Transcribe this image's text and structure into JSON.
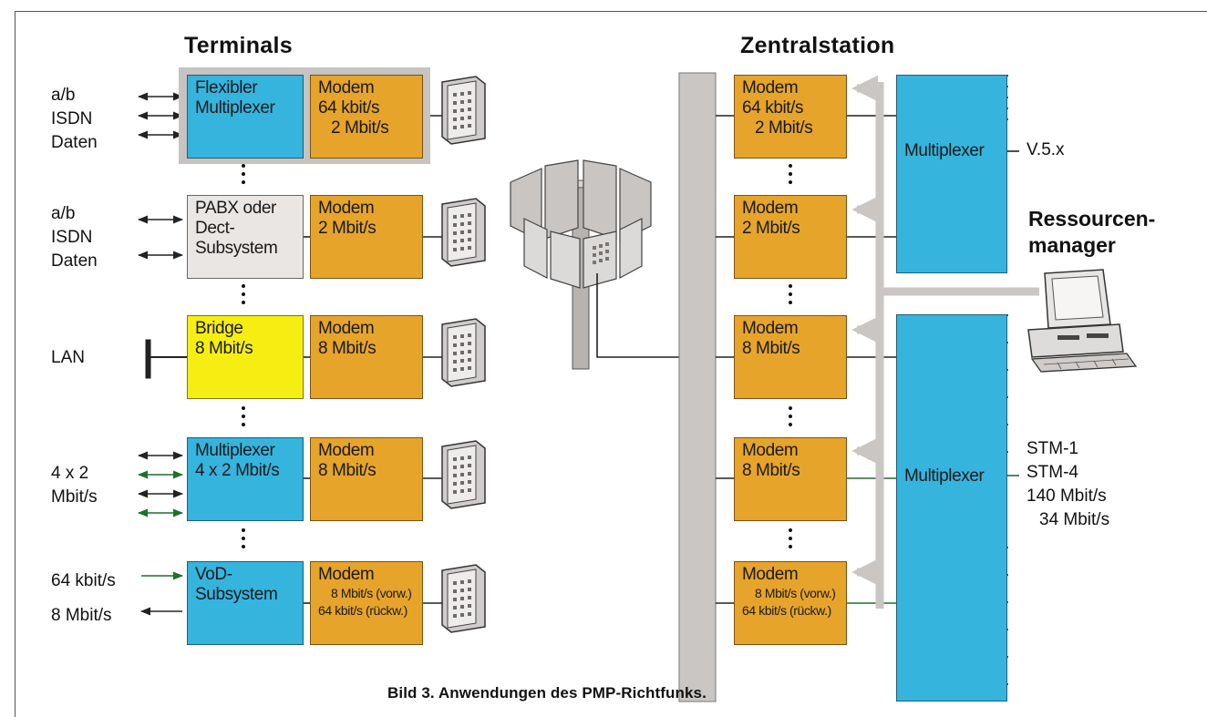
{
  "figure": {
    "caption": "Bild 3. Anwendungen des PMP-Richtfunks.",
    "heading_left": "Terminals",
    "heading_right": "Zentralstation"
  },
  "terminals": [
    {
      "inputs": [
        "a/b",
        "ISDN",
        "Daten"
      ],
      "device": [
        "Flexibler",
        "Multiplexer"
      ],
      "device_color": "#35b4de",
      "modem": [
        "Modem",
        "64 kbit/s",
        "2 Mbit/s"
      ]
    },
    {
      "inputs": [
        "a/b",
        "ISDN",
        "Daten"
      ],
      "device": [
        "PABX oder",
        "Dect-",
        "Subsystem"
      ],
      "device_color": "#e9e6e4",
      "modem": [
        "Modem",
        "2 Mbit/s"
      ]
    },
    {
      "inputs": [
        "LAN"
      ],
      "device": [
        "Bridge",
        "8 Mbit/s"
      ],
      "device_color": "#f6ee13",
      "modem": [
        "Modem",
        "8 Mbit/s"
      ]
    },
    {
      "inputs": [
        "4 x 2",
        "Mbit/s"
      ],
      "device": [
        "Multiplexer",
        "4 x 2 Mbit/s"
      ],
      "device_color": "#35b4de",
      "modem": [
        "Modem",
        "8 Mbit/s"
      ]
    },
    {
      "inputs": [
        "64 kbit/s",
        "8 Mbit/s"
      ],
      "device": [
        "VoD-",
        "Subsystem"
      ],
      "device_color": "#35b4de",
      "modem": [
        "Modem",
        "8 Mbit/s (vorw.)",
        "64 kbit/s (rückw.)"
      ]
    }
  ],
  "central": {
    "modems": [
      [
        "Modem",
        "64 kbit/s",
        "2 Mbit/s"
      ],
      [
        "Modem",
        "2 Mbit/s"
      ],
      [
        "Modem",
        "8 Mbit/s"
      ],
      [
        "Modem",
        "8 Mbit/s"
      ],
      [
        "Modem",
        "8 Mbit/s (vorw.)",
        "64 kbit/s (rückw.)"
      ]
    ],
    "multiplexer_upper": "Multiplexer",
    "multiplexer_lower": "Multiplexer",
    "upper_output": "V.5.x",
    "lower_outputs": [
      "STM-1",
      "STM-4",
      "140 Mbit/s",
      "34 Mbit/s"
    ],
    "resource_manager": [
      "Ressourcen-",
      "manager"
    ]
  },
  "colors": {
    "multiplexer_blue": "#35b4de",
    "modem_orange": "#e6a42a",
    "bridge_yellow": "#f6ee13",
    "pabx_grey": "#e9e6e4",
    "bus_grey": "#c9c6c4",
    "link_green": "#1f6e2f"
  },
  "icons": [
    "antenna-icon",
    "base-station-antenna-icon",
    "computer-terminal-icon",
    "bidirectional-arrow-icon",
    "lan-connector-icon"
  ]
}
